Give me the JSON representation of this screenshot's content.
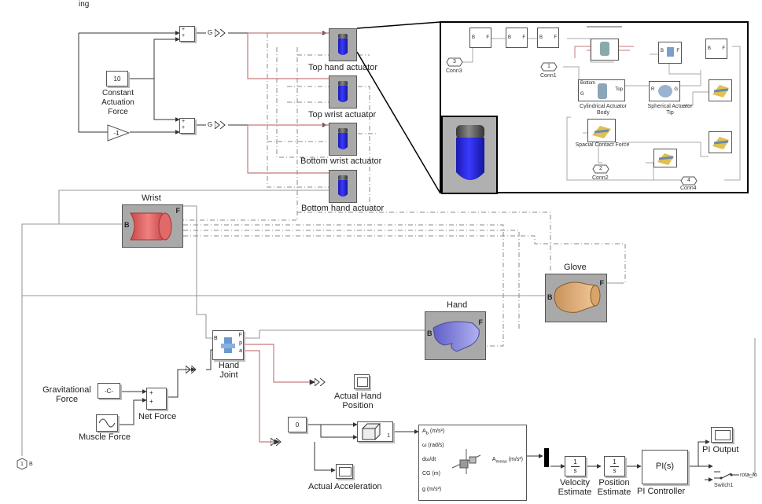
{
  "top_fragment": "ing",
  "constant_force": {
    "value": "10",
    "label": [
      "Constant",
      "Actuation",
      "Force"
    ]
  },
  "gain": {
    "value": "-1"
  },
  "signal_tags": {
    "goto": "G",
    "goto2": "G"
  },
  "actuators": [
    {
      "label": "Top hand actuator"
    },
    {
      "label": "Top wrist actuator"
    },
    {
      "label": "Bottom wrist actuator"
    },
    {
      "label": "Bottom hand actuator"
    }
  ],
  "inset": {
    "conn_labels": [
      "Conn3",
      "Conn1",
      "Conn2",
      "Conn4"
    ],
    "conn_nums": [
      "3",
      "1",
      "2",
      "4"
    ],
    "cyl_body": "Cylindrical Actuator Body",
    "sph_tip": "Spherical Actuator Tip",
    "contact": "Spacial Contact Force",
    "cyl_ports": [
      "Bottom",
      "Top",
      "G"
    ],
    "sph_ports": [
      "R",
      "G"
    ],
    "rigid_ports": [
      "B",
      "F"
    ],
    "block_ports": [
      "B",
      "F"
    ]
  },
  "wrist": {
    "title": "Wrist",
    "port_b": "B",
    "port_f": "F"
  },
  "glove": {
    "title": "Glove",
    "port_b": "B",
    "port_f": "F"
  },
  "hand": {
    "title": "Hand",
    "port_b": "B",
    "port_f": "F"
  },
  "joint": {
    "label": [
      "Hand",
      "Joint"
    ],
    "ports": [
      "B",
      "F",
      "p",
      "a"
    ]
  },
  "gravity": {
    "value": "-C-",
    "label": [
      "Gravitational",
      "Force"
    ]
  },
  "net_force": {
    "label": "Net Force"
  },
  "muscle": {
    "label": "Muscle Force"
  },
  "scope_hand": {
    "label": [
      "Actual Hand",
      "Position"
    ]
  },
  "scope_accel": {
    "label": "Actual Acceleration"
  },
  "scope_pi": {
    "label": "PI Output"
  },
  "zero_const": {
    "value": "0"
  },
  "mux_num": {
    "value": "1"
  },
  "accel_sensor": {
    "ports": [
      "A",
      "ω  (rad/s)",
      "dω/dt",
      "CG  (m)",
      "g  (m/s²)"
    ],
    "port_a_sub": "b",
    "port_a_unit": "(m/s²)",
    "output": "A",
    "output_sub": "meas",
    "output_unit": "(m/s²)"
  },
  "integrator_1": {
    "num": "1",
    "den": "s",
    "label": [
      "Velocity",
      "Estimate"
    ]
  },
  "integrator_2": {
    "num": "1",
    "den": "s",
    "label": [
      "Position",
      "Estimate"
    ]
  },
  "pi": {
    "value": "PI(s)",
    "label": "PI Controller"
  },
  "switch": {
    "label": "Switch1"
  },
  "out_tag": {
    "label": "rota_fo"
  },
  "in_port": {
    "num": "1",
    "label": "B"
  }
}
